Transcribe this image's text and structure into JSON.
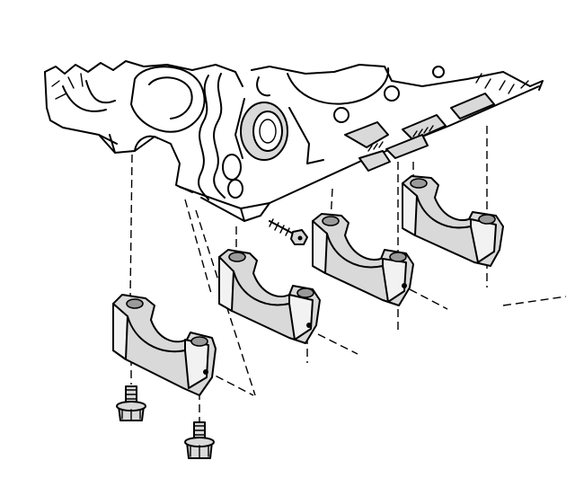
{
  "figure": {
    "subject": "engine-block-main-bearing-caps-exploded-view",
    "parts": {
      "engine_block": "engine-block",
      "rear_seal": "crankshaft-rear-seal",
      "main_caps": [
        "main-bearing-cap-1",
        "main-bearing-cap-2",
        "main-bearing-cap-3",
        "main-bearing-cap-4"
      ],
      "bolts": [
        "main-cap-bolt-left",
        "main-cap-bolt-right",
        "side-bolt"
      ]
    },
    "colors": {
      "line": "#000000",
      "fill": "#d9d9d9",
      "background": "#ffffff"
    }
  }
}
